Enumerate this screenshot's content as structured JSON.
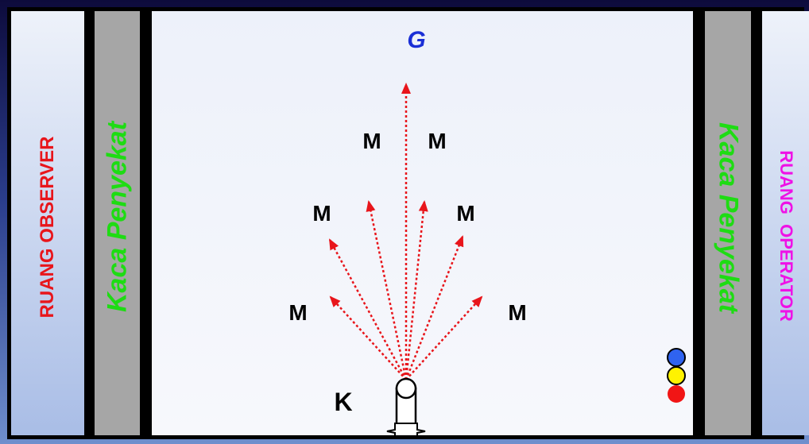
{
  "rooms": {
    "observer": "RUANG OBSERVER",
    "operator": "RUANG  OPERATOR"
  },
  "glass": {
    "left": "Kaca Penyekat",
    "right": "Kaca Penyekat"
  },
  "goal_label": "G",
  "start_label": "K",
  "marker_label": "M",
  "indicator_lights": [
    {
      "name": "blue-light",
      "color": "#2f63f0"
    },
    {
      "name": "yellow-light",
      "color": "#fff200"
    },
    {
      "name": "red-light",
      "color": "#f11515"
    }
  ],
  "colors": {
    "arrow": "#e8151b",
    "goal_text": "#1a2fd6",
    "glass_text": "#1edc13",
    "observer_text": "#e8151b",
    "operator_text": "#ef11e6"
  }
}
